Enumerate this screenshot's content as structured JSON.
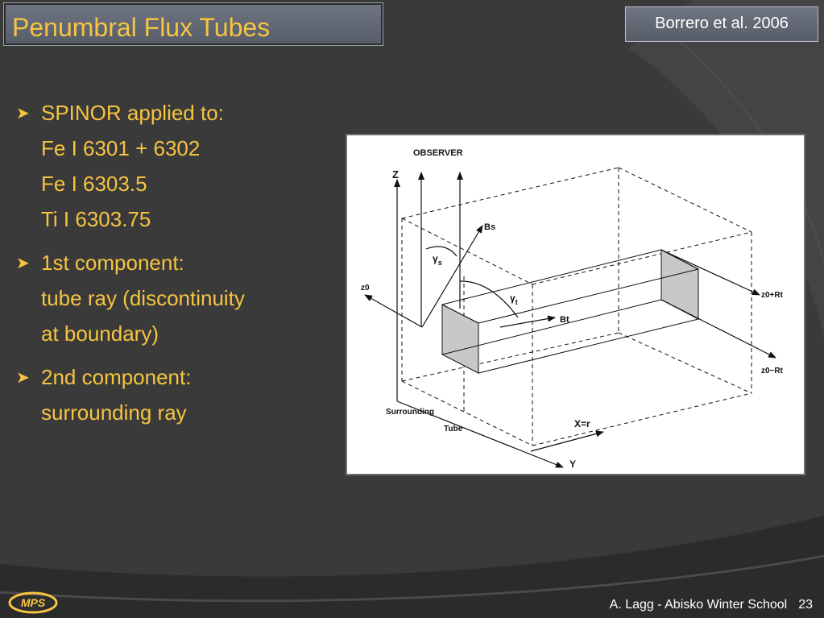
{
  "slide": {
    "title": "Penumbral Flux Tubes",
    "citation": "Borrero et al. 2006",
    "bullets": [
      {
        "lines": [
          "SPINOR applied to:",
          "Fe I 6301 + 6302",
          "Fe I 6303.5",
          "Ti I 6303.75"
        ]
      },
      {
        "lines": [
          "1st component:",
          "tube ray (discontinuity",
          "at boundary)"
        ]
      },
      {
        "lines": [
          "2nd component:",
          "surrounding ray"
        ]
      }
    ],
    "footer": {
      "author": "A. Lagg - Abisko Winter School",
      "page": "23"
    },
    "logo_text": "MPS"
  },
  "figure": {
    "labels": {
      "observer": "OBSERVER",
      "z_axis": "Z",
      "bs": "Bs",
      "bt": "Bt",
      "z0": "z0",
      "z0_plus_rt": "z0+Rt",
      "z0_minus_rt": "z0−Rt",
      "gamma_s": "γ",
      "gamma_s_sub": "s",
      "gamma_t": "γ",
      "gamma_t_sub": "t",
      "surrounding": "Surrounding",
      "tube": "Tube",
      "x_eq_r": "X=r",
      "y_axis": "Y"
    }
  },
  "colors": {
    "background": "#3a3a3a",
    "accent_text": "#f6c440",
    "title_box": "#656b77"
  }
}
